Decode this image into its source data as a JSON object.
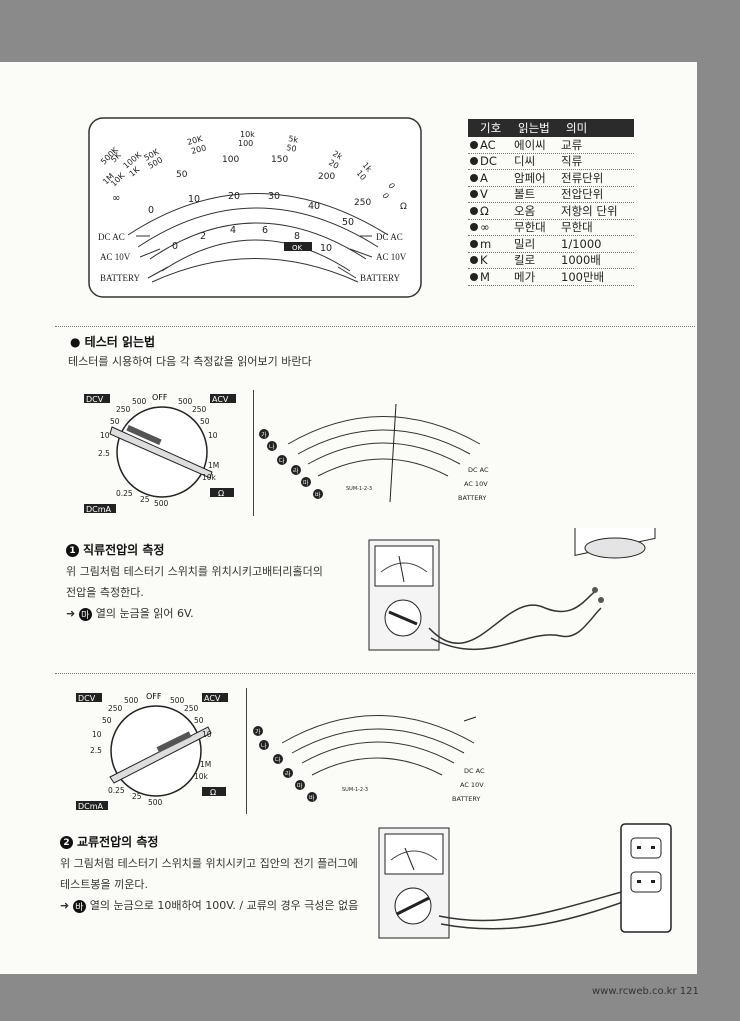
{
  "scale_panel": {
    "top_ticks": [
      "500K",
      "5K",
      "1M",
      "10K",
      "100K",
      "1K",
      "50K",
      "500",
      "20K",
      "200",
      "10k",
      "100",
      "5k",
      "50",
      "2k",
      "20",
      "1k",
      "10",
      "0",
      "0"
    ],
    "ohm_numbers": [
      "50",
      "100",
      "150",
      "200",
      "250"
    ],
    "dcv_numbers": [
      "0",
      "10",
      "20",
      "30",
      "40",
      "50"
    ],
    "acv_numbers": [
      "0",
      "2",
      "4",
      "6",
      "8",
      "10"
    ],
    "labels": {
      "dc_ac_left": "DC AC",
      "ac10v_left": "AC 10V",
      "battery_left": "BATTERY",
      "dc_ac_right": "DC AC",
      "ac10v_right": "AC 10V",
      "battery_right": "BATTERY",
      "ok": "OK",
      "ohm": "Ω"
    }
  },
  "legend": {
    "headers": [
      "기호",
      "읽는법",
      "의미"
    ],
    "rows": [
      {
        "symbol": "AC",
        "reading": "에이씨",
        "meaning": "교류"
      },
      {
        "symbol": "DC",
        "reading": "디씨",
        "meaning": "직류"
      },
      {
        "symbol": "A",
        "reading": "암페어",
        "meaning": "전류단위"
      },
      {
        "symbol": "V",
        "reading": "볼트",
        "meaning": "전압단위"
      },
      {
        "symbol": "Ω",
        "reading": "오옴",
        "meaning": "저항의 단위"
      },
      {
        "symbol": "∞",
        "reading": "무한대",
        "meaning": "무한대"
      },
      {
        "symbol": "m",
        "reading": "밀리",
        "meaning": "1/1000"
      },
      {
        "symbol": "K",
        "reading": "킬로",
        "meaning": "1000배"
      },
      {
        "symbol": "M",
        "reading": "메가",
        "meaning": "100만배"
      }
    ]
  },
  "section": {
    "title": "● 테스터 읽는법",
    "intro": "테스터를 시용하여 다음 각 측정값을 읽어보기 바란다"
  },
  "dial": {
    "dcv": "DCV",
    "acv": "ACV",
    "dcma": "DCmA",
    "off": "OFF",
    "ohm": "Ω",
    "left_values": [
      "500",
      "250",
      "50",
      "10",
      "2.5",
      "0.25",
      "25"
    ],
    "right_values": [
      "500",
      "250",
      "50",
      "10",
      "1M",
      "10k",
      "500"
    ]
  },
  "mini_scale": {
    "rows": [
      "가",
      "나",
      "다",
      "라",
      "마",
      "바"
    ],
    "labels": {
      "dc_ac": "DC AC",
      "ac10v": "AC 10V",
      "battery": "BATTERY",
      "sum": "SUM-1-2-3"
    }
  },
  "block1": {
    "num": "1",
    "title": "직류전압의 측정",
    "line1": "위 그림처럼 테스터기 스위치를 위치시키고배터리홀더의",
    "line2": "전압을 측정한다.",
    "line3_prefix": "➜",
    "line3_badge": "마",
    "line3": "열의 눈금을 읽어 6V."
  },
  "block2": {
    "num": "2",
    "title": "교류전압의 측정",
    "line1": "위 그림처럼 테스터기 스위치를 위치시키고 집안의 전기 플러그에",
    "line2": "테스트봉을 끼운다.",
    "line3_prefix": "➜",
    "line3_badge": "바",
    "line3": "열의 눈금으로 10배하여 100V. / 교류의 경우 극성은 없음"
  },
  "footer": {
    "site": "www.rcweb.co.kr",
    "page": "121"
  }
}
